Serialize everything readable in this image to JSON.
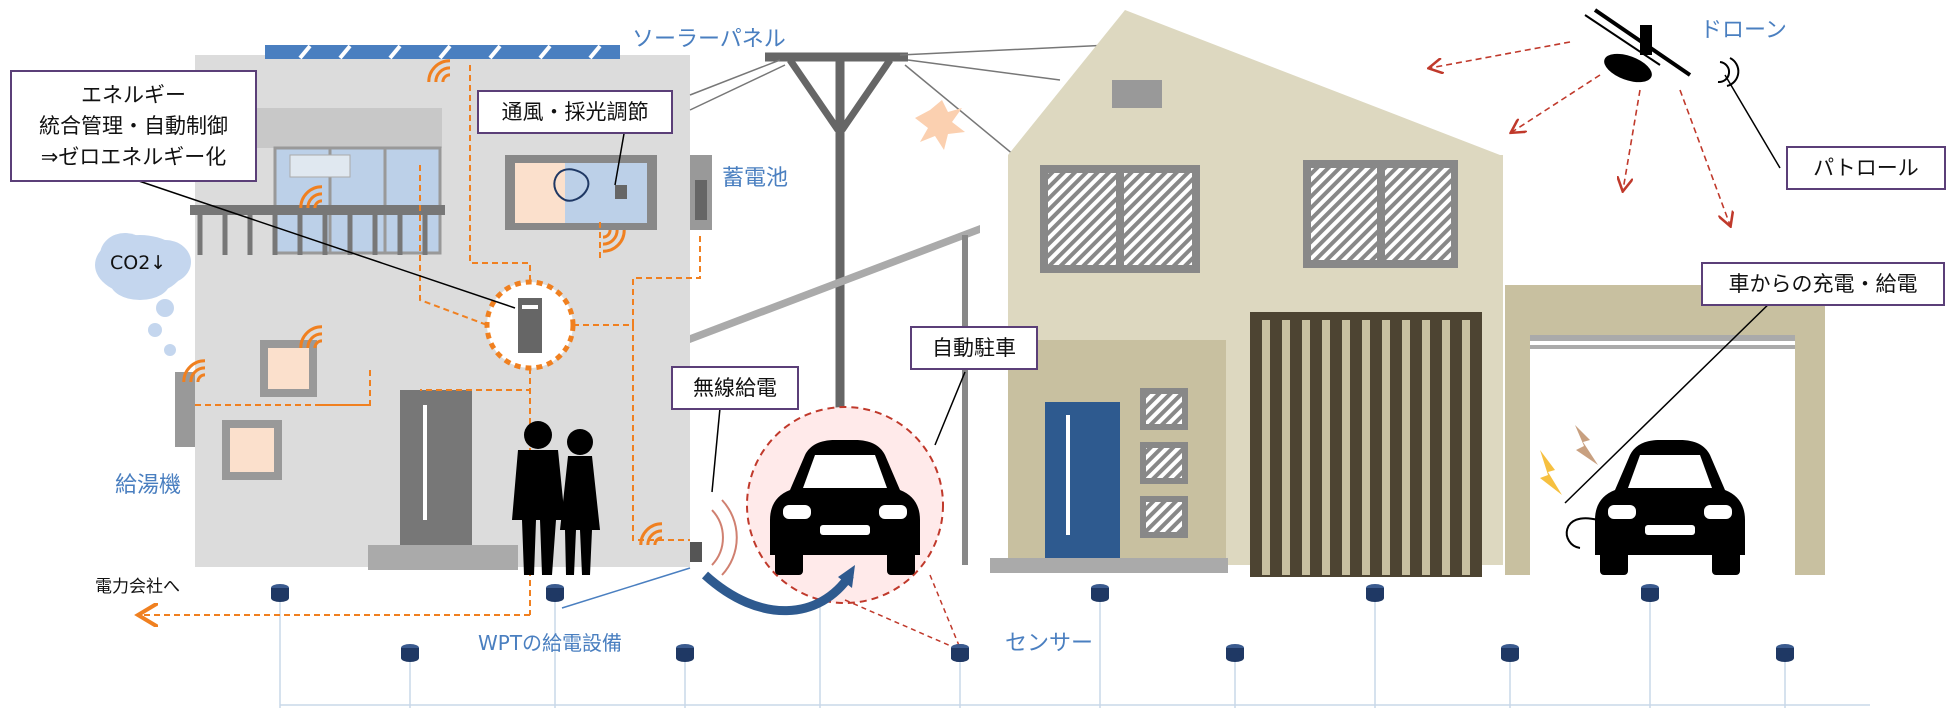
{
  "labels": {
    "solar_panel": "ソーラーパネル",
    "drone": "ドローン",
    "battery": "蓄電池",
    "water_heater": "給湯機",
    "co2": "CO2↓",
    "to_power_company": "電力会社へ",
    "wpt_equipment": "WPTの給電設備",
    "sensor": "センサー"
  },
  "boxes": {
    "energy_line1": "エネルギー",
    "energy_line2": "統合管理・自動制御",
    "energy_line3": "⇒ゼロエネルギー化",
    "ventilation": "通風・採光調節",
    "wireless_charging": "無線給電",
    "auto_parking": "自動駐車",
    "patrol": "パトロール",
    "vehicle_charging": "車からの充電・給電"
  },
  "colors": {
    "label_blue": "#4a7fc0",
    "box_border": "#5b3f78",
    "wifi_orange": "#f08020",
    "house_grey": "#dcdcdc",
    "house_beige": "#ddd8c0",
    "sensor_navy": "#1f3864",
    "red_dashed": "#c0392b"
  }
}
